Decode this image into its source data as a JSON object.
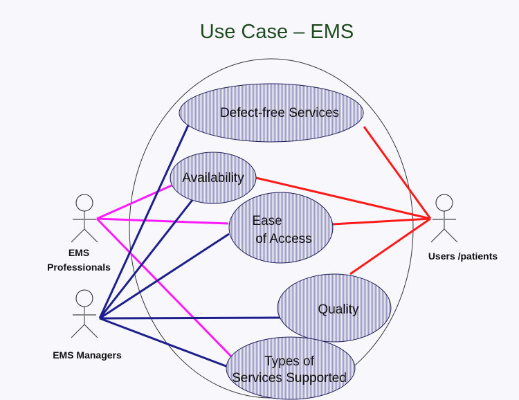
{
  "title": "Use Case – EMS",
  "colors": {
    "background": "#f7f7fc",
    "title": "#1f4a1f",
    "professional_lines": "#ff1aff",
    "manager_lines": "#1e1e8c",
    "user_lines": "#ff1a1a",
    "use_case_fill": "#c8c8dc",
    "use_case_stroke": "#1e1e5a"
  },
  "actors": [
    {
      "id": "professionals",
      "label_lines": [
        "EMS",
        "Professionals"
      ]
    },
    {
      "id": "managers",
      "label_lines": [
        "EMS Managers"
      ]
    },
    {
      "id": "users",
      "label_lines": [
        "Users /patients"
      ]
    }
  ],
  "use_cases": [
    {
      "id": "defect-free",
      "label_lines": [
        "Defect-free Services"
      ]
    },
    {
      "id": "availability",
      "label_lines": [
        "Availability"
      ]
    },
    {
      "id": "ease-of-access",
      "label_lines": [
        "Ease",
        " of Access"
      ]
    },
    {
      "id": "quality",
      "label_lines": [
        "Quality"
      ]
    },
    {
      "id": "types-of-services",
      "label_lines": [
        "Types of",
        "Services Supported"
      ]
    }
  ],
  "associations": [
    {
      "actor": "professionals",
      "use_case": "availability"
    },
    {
      "actor": "professionals",
      "use_case": "ease-of-access"
    },
    {
      "actor": "professionals",
      "use_case": "types-of-services"
    },
    {
      "actor": "managers",
      "use_case": "defect-free"
    },
    {
      "actor": "managers",
      "use_case": "availability"
    },
    {
      "actor": "managers",
      "use_case": "ease-of-access"
    },
    {
      "actor": "managers",
      "use_case": "quality"
    },
    {
      "actor": "managers",
      "use_case": "types-of-services"
    },
    {
      "actor": "users",
      "use_case": "defect-free"
    },
    {
      "actor": "users",
      "use_case": "availability"
    },
    {
      "actor": "users",
      "use_case": "ease-of-access"
    },
    {
      "actor": "users",
      "use_case": "quality"
    }
  ]
}
